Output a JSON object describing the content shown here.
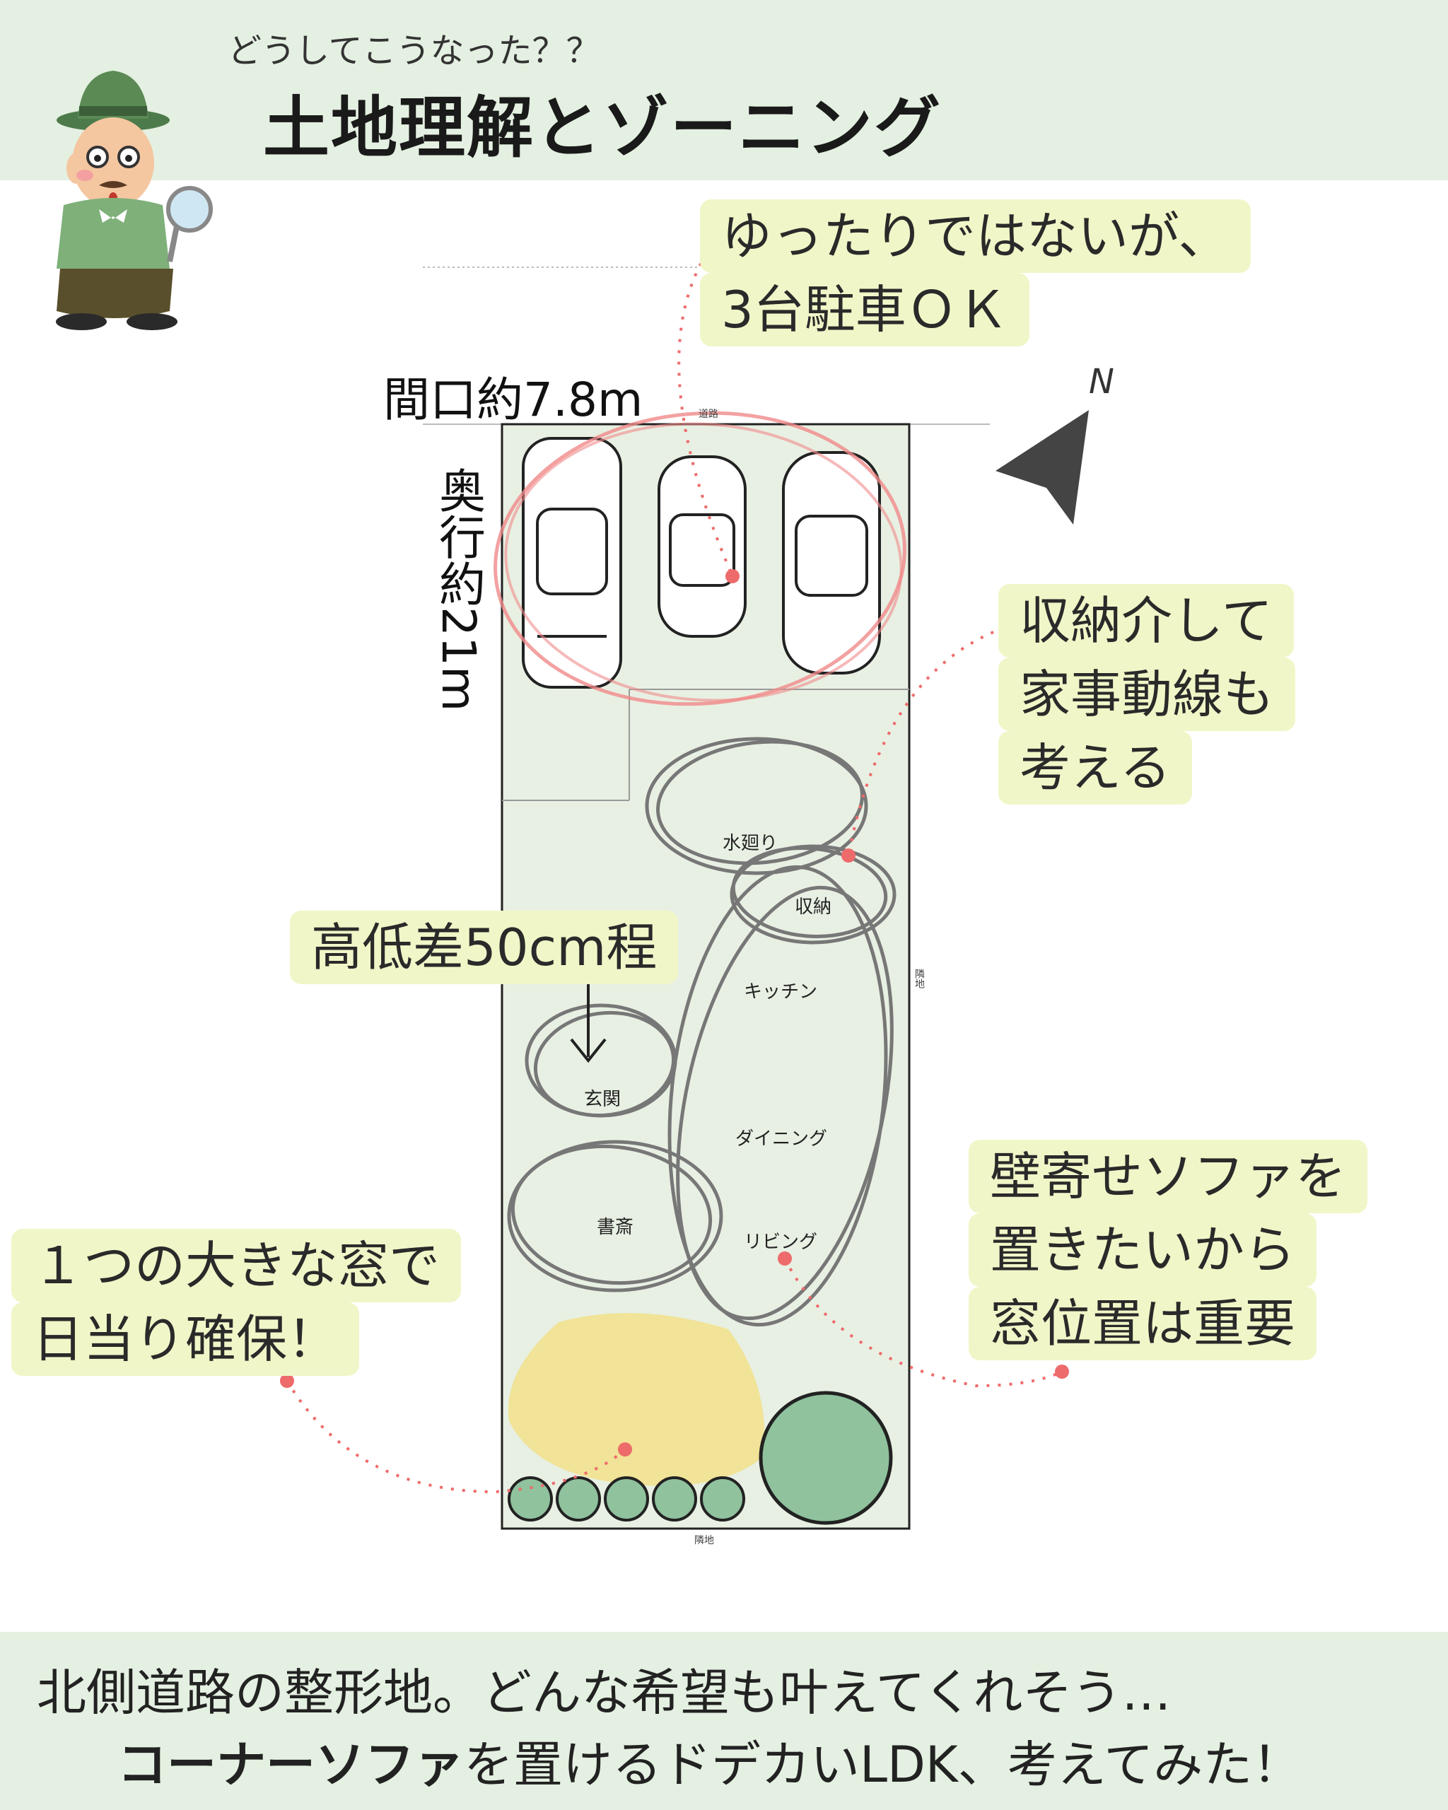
{
  "header": {
    "subtitle": "どうしてこうなった？？",
    "title": "土地理解とゾーニング"
  },
  "dimensions": {
    "frontage": "間口約7.8m",
    "depth": "奥行約21m"
  },
  "callouts": {
    "parking": [
      "ゆったりではないが、",
      "3台駐車ＯＫ"
    ],
    "storage": [
      "収納介して",
      "家事動線も",
      "考える"
    ],
    "level": "高低差50cm程",
    "window": [
      "１つの大きな窓で",
      "日当り確保！"
    ],
    "sofa": [
      "壁寄せソファを",
      "置きたいから",
      "窓位置は重要"
    ]
  },
  "plan": {
    "road_label": "道路",
    "neighbor_label": "隣地",
    "compass": "N",
    "rooms": {
      "wet": "水廻り",
      "storage": "収納",
      "kitchen": "キッチン",
      "entrance": "玄関",
      "dining": "ダイニング",
      "study": "書斎",
      "living": "リビング"
    }
  },
  "footer": {
    "line1": "北側道路の整形地。どんな希望も叶えてくれそう…",
    "line2_bold": "コーナーソファ",
    "line2_rest": "を置けるドデカいLDK、考えてみた！"
  },
  "colors": {
    "band": "#e4f0e1",
    "callout": "#f1f6c8",
    "accent_red": "#ee6b6b",
    "lot_fill": "#e8f0e3",
    "tree": "#8fc29d",
    "sun": "#f2e08a"
  }
}
